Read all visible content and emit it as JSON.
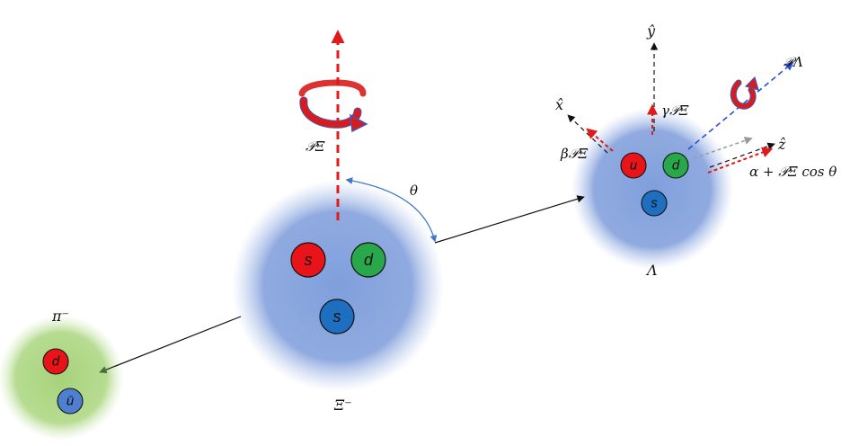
{
  "colors": {
    "xi_cloud": "#7f9fdc",
    "lambda_cloud": "#7f9fdc",
    "pion_cloud": "#a6d37a",
    "quark_red": "#e8141a",
    "quark_green": "#28a84a",
    "quark_blue": "#1f6fc0",
    "antiquark_blue": "#4f7fd0",
    "polarization_arrow": "#e01a1a",
    "lambda_polarization_arrow": "#2b4fd6",
    "spin_ribbon": "#d81c1c",
    "spin_ribbon_outline": "#4455bb",
    "angle_arc": "#3f78c8",
    "axis_arrow": "#111111",
    "gray_arrow": "#999999"
  },
  "particles": {
    "xi": {
      "label": "Ξ⁻",
      "quarks": [
        "s",
        "d",
        "s"
      ]
    },
    "lambda": {
      "label": "Λ",
      "quarks": [
        "u",
        "d",
        "s"
      ]
    },
    "pion": {
      "label": "π⁻",
      "quarks": [
        "d",
        "ū"
      ]
    }
  },
  "labels": {
    "xi_polarization": "𝒫Ξ",
    "theta": "θ",
    "axis_x": "x̂",
    "axis_y": "ŷ",
    "axis_z": "ẑ",
    "lambda_polarization": "𝒫Λ",
    "x_component": "β𝒫Ξ",
    "y_component": "γ𝒫Ξ",
    "z_component": "α + 𝒫Ξ cos θ"
  },
  "icons": {
    "spin_xi": "curved-spin-arrow-icon",
    "spin_lambda": "curved-spin-arrow-icon"
  }
}
